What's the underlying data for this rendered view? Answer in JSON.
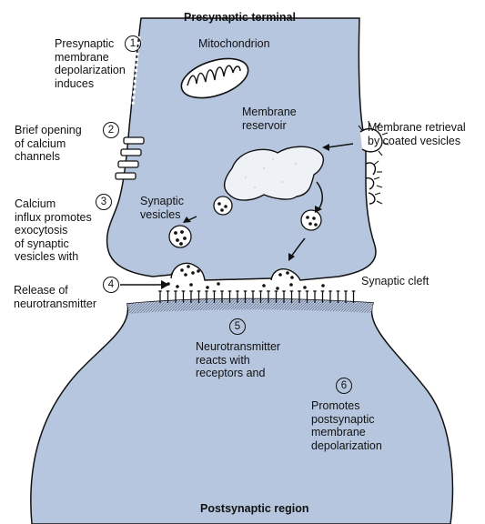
{
  "colors": {
    "presynaptic_fill": "#b7c6df",
    "postsynaptic_fill": "#b7c6df",
    "reservoir_fill": "#eef2f7",
    "cleft_hatch": "#7c879a",
    "outline": "#111111"
  },
  "labels": {
    "presynaptic_terminal": "Presynaptic terminal",
    "mitochondrion": "Mitochondrion",
    "membrane_reservoir": "Membrane\nreservoir",
    "membrane_retrieval": "Membrane retrieval\nby coated vesicles",
    "synaptic_vesicles": "Synaptic\nvesicles",
    "synaptic_cleft": "Synaptic cleft",
    "postsynaptic_region": "Postsynaptic region"
  },
  "steps": [
    {
      "number": "1",
      "text": "Presynaptic\nmembrane\ndepolarization\ninduces"
    },
    {
      "number": "2",
      "text": "Brief opening\nof calcium\nchannels"
    },
    {
      "number": "3",
      "text": "Calcium\ninflux promotes\nexocytosis\nof synaptic\nvesicles with"
    },
    {
      "number": "4",
      "text": "Release of\nneurotransmitter"
    },
    {
      "number": "5",
      "text": "Neurotransmitter\nreacts with\nreceptors and"
    },
    {
      "number": "6",
      "text": "Promotes\npostsynaptic\nmembrane\ndepolarization"
    }
  ]
}
